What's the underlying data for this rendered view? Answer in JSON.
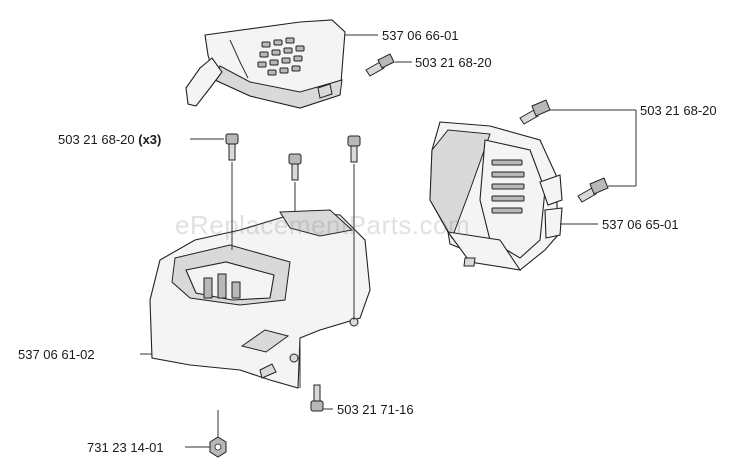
{
  "watermark": "eReplacementParts.com",
  "labels": {
    "cover_top": "537 06 66-01",
    "screw_top": "503 21 68-20",
    "screws_left": "503 21 68-20",
    "screws_left_qty": "(x3)",
    "screw_right": "503 21 68-20",
    "cover_right": "537 06 65-01",
    "housing": "537 06 61-02",
    "screw_bottom": "503 21 71-16",
    "nut": "731 23 14-01"
  },
  "icons": [
    "screw-icon",
    "nut-icon"
  ]
}
